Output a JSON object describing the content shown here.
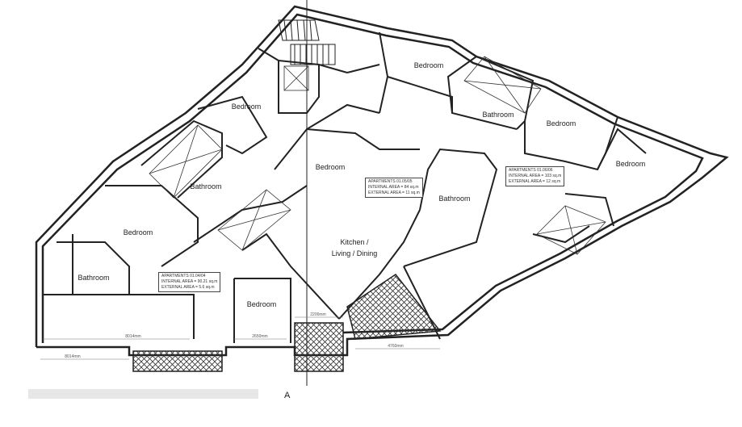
{
  "rooms": [
    {
      "key": "bedroom_1",
      "label": "Bedroom"
    },
    {
      "key": "bedroom_2",
      "label": "Bedroom"
    },
    {
      "key": "bedroom_3",
      "label": "Bedroom"
    },
    {
      "key": "bedroom_4",
      "label": "Bedroom"
    },
    {
      "key": "bedroom_5",
      "label": "Bedroom"
    },
    {
      "key": "bedroom_6",
      "label": "Bedroom"
    },
    {
      "key": "bedroom_7",
      "label": "Bedroom"
    },
    {
      "key": "bathroom_1",
      "label": "Bathroom"
    },
    {
      "key": "bathroom_2",
      "label": "Bathroom"
    },
    {
      "key": "bathroom_3",
      "label": "Bathroom"
    },
    {
      "key": "bathroom_4",
      "label": "Bathroom"
    },
    {
      "key": "kitchen",
      "label": "Kitchen /\nLiving / Dining"
    }
  ],
  "area_notes": [
    {
      "apartment": "APARTMENTS 01.04/04",
      "internal": "INTERNAL AREA = 90.21 sq.m",
      "external": "EXTERNAL AREA = 5.6 sq.m"
    },
    {
      "apartment": "APARTMENTS 01.05/05",
      "internal": "INTERNAL AREA = 84 sq.m",
      "external": "EXTERNAL AREA = 11 sq.m"
    },
    {
      "apartment": "APARTMENTS 01.06/06",
      "internal": "INTERNAL AREA = 103 sq.m",
      "external": "EXTERNAL AREA = 12 sq.m"
    }
  ],
  "dimensions": [
    "8014mm",
    "2650mm",
    "2200mm",
    "8014mm",
    "4760mm"
  ],
  "section_marker": "A",
  "colors": {
    "wall": "#222222",
    "hatch": "#333333",
    "dim_line": "#777777"
  }
}
